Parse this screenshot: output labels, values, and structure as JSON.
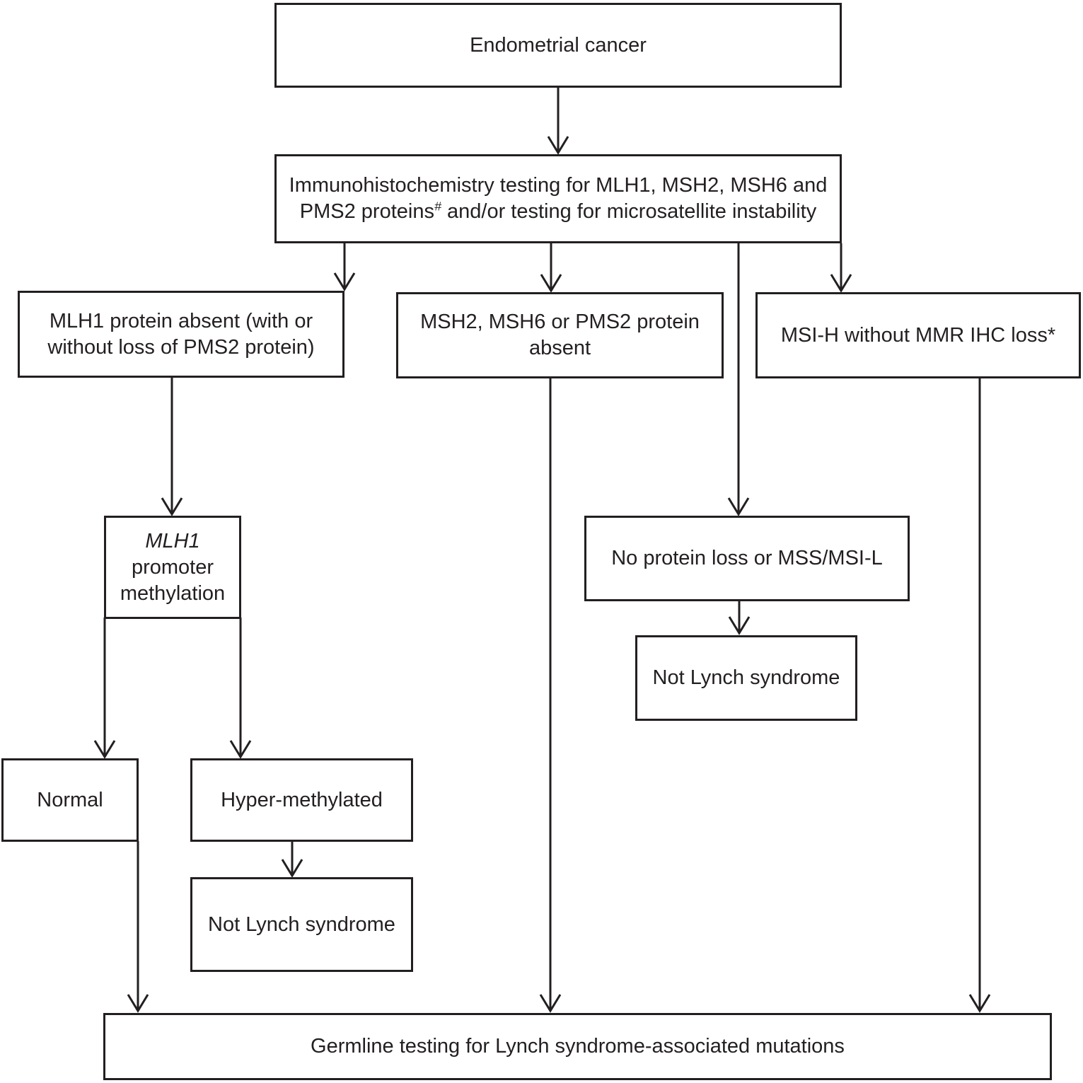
{
  "diagram": {
    "title": "Endometrial cancer Lynch syndrome testing flowchart",
    "colors": {
      "ink": "#231f20",
      "background": "#ffffff"
    },
    "nodes": {
      "endometrial": {
        "label": "Endometrial cancer"
      },
      "ihc": {
        "line1": "Immunohistochemistry testing for MLH1, MSH2, MSH6 and",
        "line2_pre": "PMS2 proteins",
        "line2_sup": "#",
        "line2_post": " and/or testing for microsatellite instability"
      },
      "mlh1_absent": {
        "line1": "MLH1 protein absent (with or",
        "line2": "without loss of PMS2 protein)"
      },
      "msh2_absent": {
        "line1": "MSH2, MSH6 or PMS2 protein",
        "line2": "absent"
      },
      "msi_h": {
        "label": "MSI-H without MMR IHC loss*"
      },
      "no_protein_loss": {
        "label": "No protein loss or MSS/MSI-L"
      },
      "not_lynch_right": {
        "label": "Not Lynch syndrome"
      },
      "mlh1_promoter": {
        "gene": "MLH1",
        "line2": "promoter",
        "line3": "methylation"
      },
      "normal": {
        "label": "Normal"
      },
      "hyper": {
        "label": "Hyper-methylated"
      },
      "not_lynch_left": {
        "label": "Not Lynch syndrome"
      },
      "germline": {
        "label": "Germline testing for Lynch syndrome-associated mutations"
      }
    }
  }
}
